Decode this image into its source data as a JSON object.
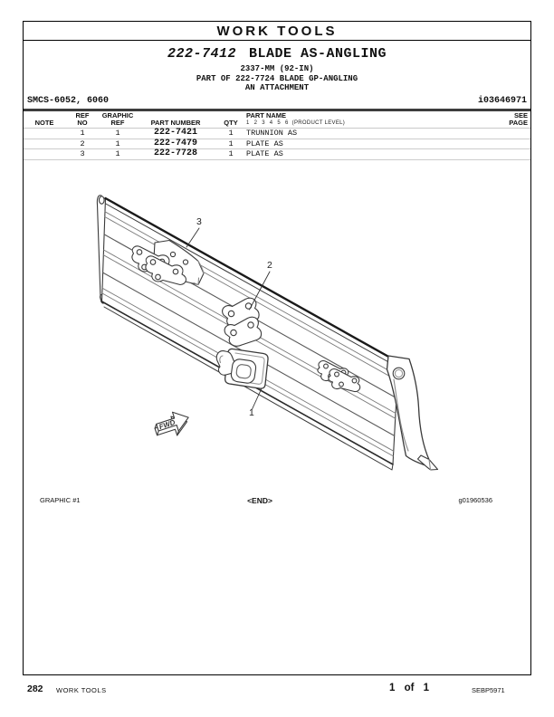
{
  "header": {
    "title": "WORK TOOLS"
  },
  "title_block": {
    "part_number": "222-7412",
    "part_name": "BLADE AS-ANGLING",
    "size_line": "2337-MM (92-IN)",
    "parent_line": "PART OF 222-7724 BLADE GP-ANGLING",
    "attachment_line": "AN ATTACHMENT"
  },
  "meta": {
    "smcs_code": "SMCS-6052, 6060",
    "info_code": "i03646971"
  },
  "parts_table": {
    "headers": {
      "note": "NOTE",
      "ref_no_line1": "REF",
      "ref_no_line2": "NO",
      "graphic_ref_line1": "GRAPHIC",
      "graphic_ref_line2": "REF",
      "part_number": "PART NUMBER",
      "qty": "QTY",
      "part_name": "PART NAME",
      "product_level_numbers": "1 2 3 4 5 6",
      "product_level_label": "(PRODUCT LEVEL)",
      "see_page_line1": "SEE",
      "see_page_line2": "PAGE"
    },
    "rows": [
      {
        "note": "",
        "ref_no": "1",
        "graphic_ref": "1",
        "part_number": "222-7421",
        "qty": "1",
        "part_name": "TRUNNION AS",
        "see_page": ""
      },
      {
        "note": "",
        "ref_no": "2",
        "graphic_ref": "1",
        "part_number": "222-7479",
        "qty": "1",
        "part_name": "PLATE AS",
        "see_page": ""
      },
      {
        "note": "",
        "ref_no": "3",
        "graphic_ref": "1",
        "part_number": "222-7728",
        "qty": "1",
        "part_name": "PLATE AS",
        "see_page": ""
      }
    ]
  },
  "graphic": {
    "caption_left": "GRAPHIC #1",
    "caption_center": "<END>",
    "caption_right": "g01960536",
    "fwd_label": "FWD",
    "callout_1": "1",
    "callout_2": "2",
    "callout_3": "3"
  },
  "footer": {
    "page_number": "282",
    "section_title": "WORK TOOLS",
    "page_indicator": "1 of 1",
    "media_number": "SEBP5971"
  },
  "colors": {
    "line": "#3a3a3a",
    "rule": "#3d3d3d",
    "separator": "#cccccc"
  }
}
